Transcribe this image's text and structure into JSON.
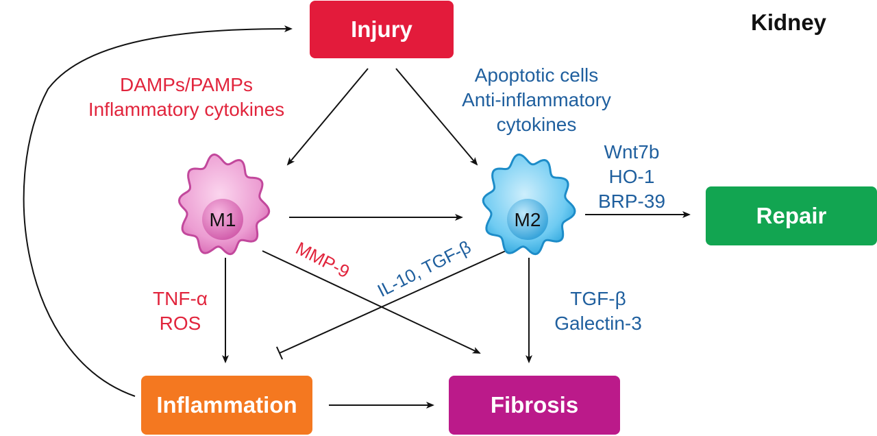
{
  "title": "Kidney",
  "nodes": {
    "injury": {
      "label": "Injury",
      "color": "#e31b3b"
    },
    "repair": {
      "label": "Repair",
      "color": "#12a551"
    },
    "inflammation": {
      "label": "Inflammation",
      "color": "#f47820"
    },
    "fibrosis": {
      "label": "Fibrosis",
      "color": "#bb1a8a"
    },
    "m1": {
      "label": "M1",
      "color": "#e58cc8"
    },
    "m2": {
      "label": "M2",
      "color": "#40b5e8"
    }
  },
  "edge_labels": {
    "damps": [
      "DAMPs/PAMPs",
      "Inflammatory cytokines"
    ],
    "apoptotic": [
      "Apoptotic cells",
      "Anti-inflammatory",
      "cytokines"
    ],
    "repair_factors": [
      "Wnt7b",
      "HO-1",
      "BRP-39"
    ],
    "m1_inflammation": [
      "TNF-α",
      "ROS"
    ],
    "m2_fibrosis": [
      "TGF-β",
      "Galectin-3"
    ],
    "mmp9": "MMP-9",
    "il10": "IL-10, TGF-β"
  },
  "colors": {
    "red_text": "#e1243c",
    "blue_text": "#1f5f9e",
    "arrow": "#111111"
  }
}
